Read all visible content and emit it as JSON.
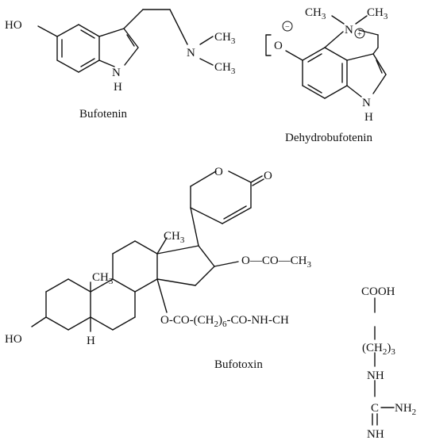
{
  "captions": {
    "bufotenin": "Bufotenin",
    "dehydrobufotenin": "Dehydrobufotenin",
    "bufotoxin": "Bufotoxin"
  },
  "bufotenin": {
    "ho": "HO",
    "n_indole": "N",
    "h_indole": "H",
    "n_amine": "N",
    "methyl_1": "CH",
    "methyl_1_sub": "3",
    "methyl_2": "CH",
    "methyl_2_sub": "3"
  },
  "dehydrobufotenin": {
    "methyl_1": "CH",
    "methyl_1_sub": "3",
    "methyl_2": "CH",
    "methyl_2_sub": "3",
    "n_quat": "N",
    "plus": "+",
    "o": "O",
    "minus": "−",
    "n_indole": "N",
    "h_indole": "H"
  },
  "bufotoxin": {
    "ring_o": "O",
    "carbonyl_o": "O",
    "methyl_c13": "CH",
    "methyl_c13_sub": "3",
    "methyl_c10": "CH",
    "methyl_c10_sub": "3",
    "ho": "HO",
    "h": "H",
    "acetate": "O—CO—CH",
    "acetate_sub": "3",
    "chain_1": "O-CO-(CH",
    "chain_1_sub": "2",
    "chain_2": ")",
    "chain_2_sub": "6",
    "chain_3": "-CO-NH-CH",
    "cooh": "COOH",
    "ch2": "(CH",
    "ch2_sub": "2",
    "ch2_close": ")",
    "ch2_n": "3",
    "nh": "NH",
    "c": "C",
    "nh2": "NH",
    "nh2_sub": "2",
    "nh_end": "NH"
  }
}
